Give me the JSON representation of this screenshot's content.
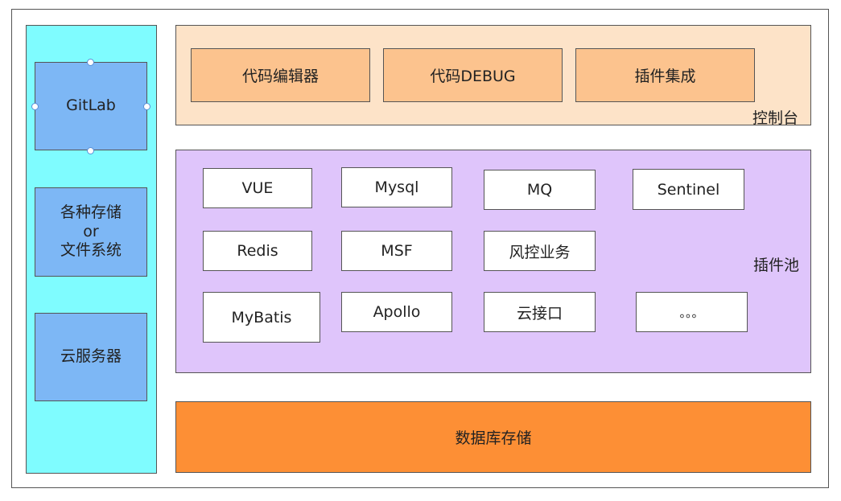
{
  "sidebar": {
    "gitlab": "GitLab",
    "storage_line1": "各种存储",
    "storage_line2": "or",
    "storage_line3": "文件系统",
    "cloud_server": "云服务器"
  },
  "console": {
    "label": "控制台",
    "buttons": [
      "代码编辑器",
      "代码DEBUG",
      "插件集成"
    ]
  },
  "plugin_pool": {
    "label": "插件池",
    "plugins": [
      "VUE",
      "Mysql",
      "MQ",
      "Sentinel",
      "Redis",
      "MSF",
      "风控业务",
      "MyBatis",
      "Apollo",
      "云接口",
      "。。。"
    ]
  },
  "database": {
    "label": "数据库存储"
  },
  "colors": {
    "sidebar_bg": "#7ffcff",
    "sidebar_box": "#7db7f5",
    "console_bg": "#fde3c8",
    "console_button": "#fcc38e",
    "pool_bg": "#dfc5fb",
    "database_bg": "#fd8f35"
  }
}
